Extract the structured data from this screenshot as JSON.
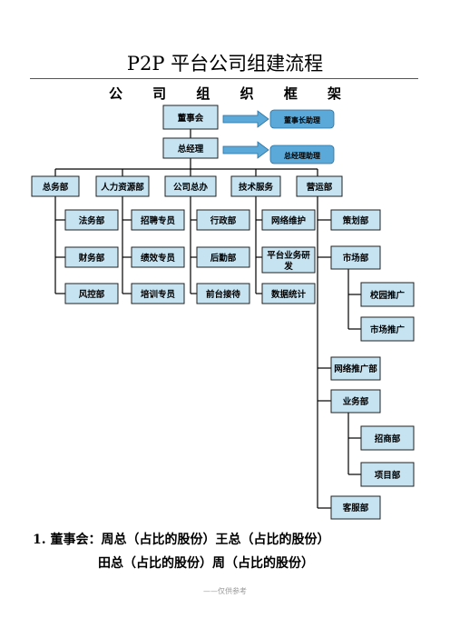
{
  "title": "P2P 平台公司组建流程",
  "subtitle": "公 司 组 织 框 架",
  "org": {
    "board": "董事会",
    "board_assistant": "董事长助理",
    "gm": "总经理",
    "gm_assistant": "总经理助理",
    "departments": [
      {
        "label": "总务部",
        "children": [
          "法务部",
          "财务部",
          "风控部"
        ]
      },
      {
        "label": "人力资源部",
        "children": [
          "招聘专员",
          "绩效专员",
          "培训专员"
        ]
      },
      {
        "label": "公司总办",
        "children": [
          "行政部",
          "后勤部",
          "前台接待"
        ]
      },
      {
        "label": "技术服务",
        "children": [
          "网络维护",
          "平台业务研发",
          "数据统计"
        ]
      },
      {
        "label": "营运部",
        "children": [
          "策划部",
          "市场部",
          "网络推广部",
          "业务部",
          "客服部"
        ]
      }
    ],
    "market_children": [
      "校园推广",
      "市场推广"
    ],
    "business_children": [
      "招商部",
      "项目部"
    ]
  },
  "notes": {
    "line1": "1. 董事会：周总（占比的股份）王总（占比的股份）",
    "line2": "田总（占比的股份）周（占比的股份）"
  },
  "footer": "——仅供参考"
}
